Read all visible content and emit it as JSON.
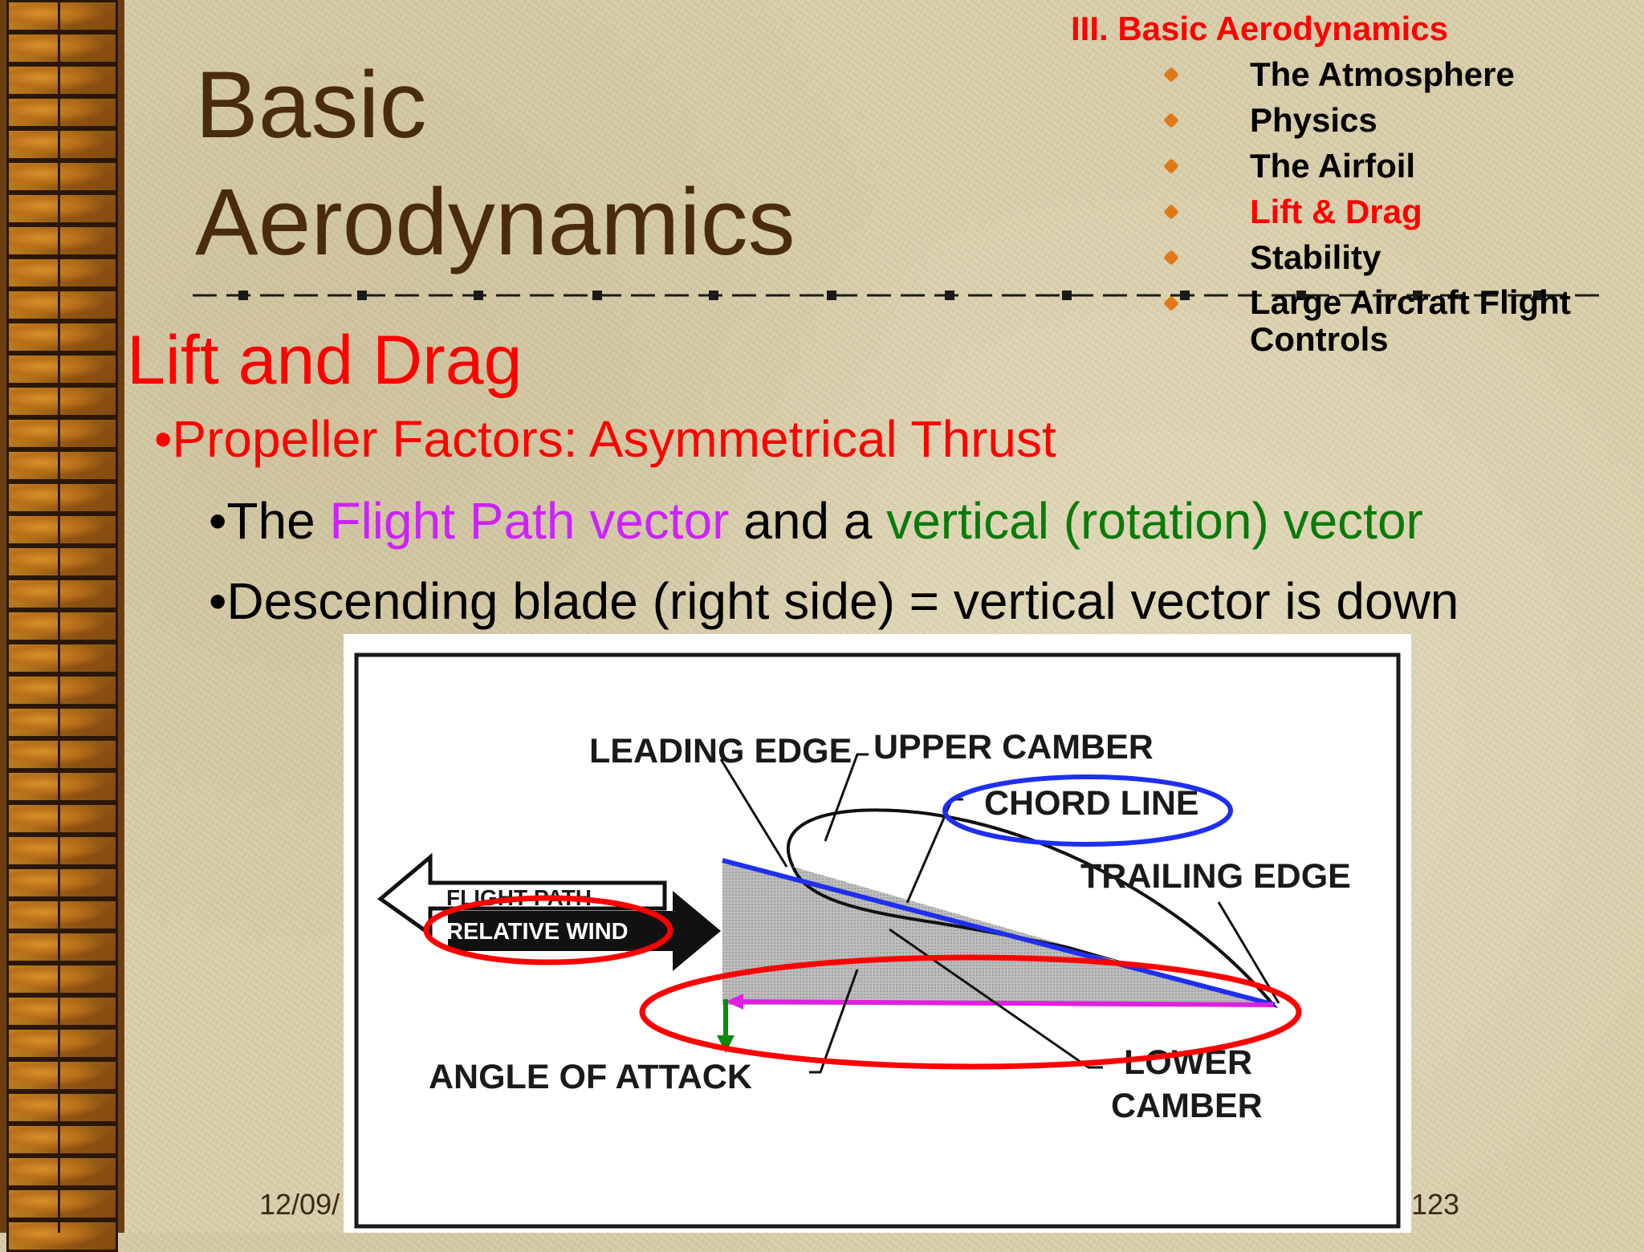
{
  "slide": {
    "title": "Basic\nAerodynamics",
    "section": "Lift and Drag",
    "bullet": "•Propeller Factors:  Asymmetrical Thrust",
    "sub1": {
      "prefix": "•The ",
      "magenta": "Flight Path vector",
      "mid": " and a ",
      "green": "vertical (rotation) vector"
    },
    "sub2": "•Descending blade (right side) = vertical vector is down",
    "footer_date": "12/09/",
    "footer_page": "123"
  },
  "toc": {
    "heading": "III. Basic Aerodynamics",
    "items": [
      {
        "label": "The Atmosphere",
        "active": false
      },
      {
        "label": "Physics",
        "active": false
      },
      {
        "label": "The Airfoil",
        "active": false
      },
      {
        "label": "Lift & Drag",
        "active": true
      },
      {
        "label": "Stability",
        "active": false
      },
      {
        "label": "Large Aircraft Flight Controls",
        "active": false
      }
    ]
  },
  "diagram": {
    "leading_edge": "LEADING EDGE",
    "upper_camber": "UPPER CAMBER",
    "chord_line": "CHORD LINE",
    "trailing_edge": "TRAILING EDGE",
    "flight_path": "FLIGHT PATH",
    "relative_wind": "RELATIVE WIND",
    "angle_of_attack": "ANGLE OF ATTACK",
    "lower_camber_1": "LOWER",
    "lower_camber_2": "CAMBER"
  },
  "colors": {
    "accent": "#ff0000",
    "title": "#4a2c0d",
    "magenta": "#cc22ff",
    "green": "#0a7a0a",
    "bullet": "#e07818"
  }
}
